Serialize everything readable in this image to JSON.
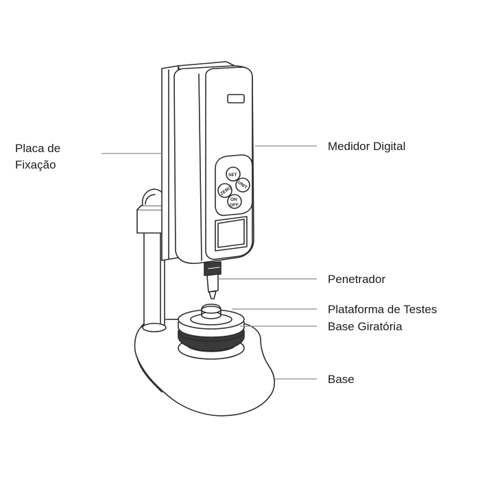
{
  "labels": {
    "placa_line1": "Placa de",
    "placa_line2": "Fixação",
    "medidor": "Medidor Digital",
    "penetrador": "Penetrador",
    "plataforma": "Plataforma de Testes",
    "base_giratoria": "Base Giratória",
    "base": "Base"
  },
  "device_buttons": {
    "set": "SET",
    "zero": "ZERO",
    "unit": "UNIT",
    "on": "ON",
    "off": "OFF"
  },
  "colors": {
    "stroke": "#2b2b2b",
    "leader": "#8a8a8a",
    "fill": "#ffffff",
    "ring": "#3a3a3a"
  }
}
